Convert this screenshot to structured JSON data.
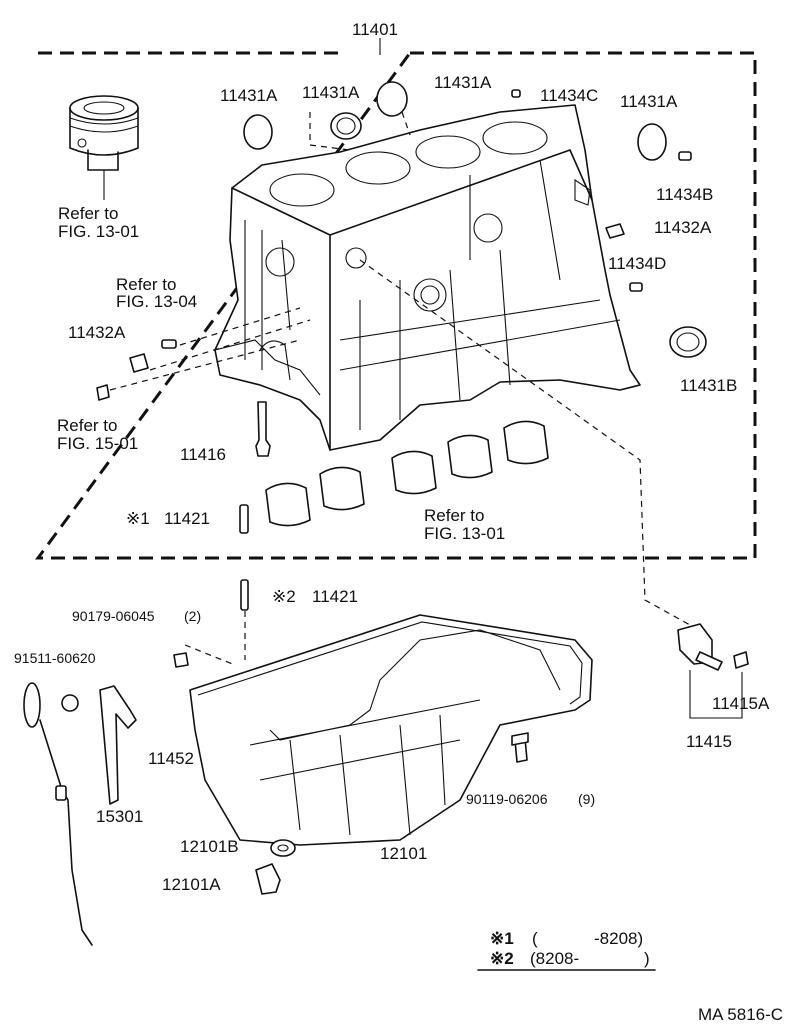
{
  "labels": {
    "block_assy": "11401",
    "plug_11431a_1": "11431A",
    "plug_11431a_2": "11431A",
    "plug_11431a_3": "11431A",
    "plug_11431a_4": "11431A",
    "pin_11434c": "11434C",
    "pin_11434b": "11434B",
    "plug_11432a_right": "11432A",
    "pin_11434d": "11434D",
    "plug_11431b": "11431B",
    "plug_11432a_left": "11432A",
    "stud_11416": "11416",
    "stud_11421_1": "11421",
    "stud_11421_2": "11421",
    "mark_1": "※1",
    "mark_2": "※2",
    "gasket_90179": "90179-06045",
    "gasket_90179_qty": "(2)",
    "gasket_91511": "91511-60620",
    "guide_11452": "11452",
    "gauge_15301": "15301",
    "pan_12101": "12101",
    "gasket_12101b": "12101B",
    "plug_12101a": "12101A",
    "bolt_90119": "90119-06206",
    "bolt_90119_qty": "(9)",
    "sensor_11415": "11415",
    "sensor_11415a": "11415A",
    "ref_piston_1": "Refer to",
    "ref_piston_2": "FIG. 13-01",
    "ref_pin_1": "Refer to",
    "ref_pin_2": "FIG. 13-04",
    "ref_plug_1": "Refer to",
    "ref_plug_2": "FIG. 15-01",
    "ref_bearing_1": "Refer to",
    "ref_bearing_2": "FIG. 13-01"
  },
  "legend": {
    "row1_mark": "※1",
    "row1_open": "(",
    "row1_range": "-8208)",
    "row2_mark": "※2",
    "row2_range": "(8208-",
    "row2_close": ")"
  },
  "figure_code": "MA 5816-C"
}
